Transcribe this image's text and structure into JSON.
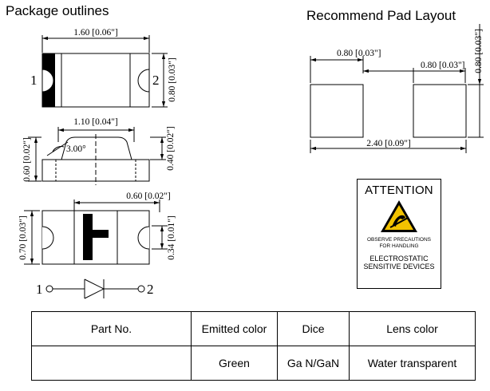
{
  "titles": {
    "package": "Package outlines",
    "pad": "Recommend Pad Layout"
  },
  "top_view": {
    "width_dim": "1.60 [0.06\"]",
    "height_dim": "0.80 [0.03\"]",
    "pin1": "1",
    "pin2": "2"
  },
  "side_view": {
    "lens_dim": "1.10 [0.04\"]",
    "angle": "3.00°",
    "total_height": "0.60 [0.02\"]",
    "lens_height": "0.40 [0.02\"]"
  },
  "bottom_view": {
    "pad_dim": "0.60 [0.02\"]",
    "width_dim": "0.70 [0.03\"]",
    "mark_dim": "0.34 [0.01\"]"
  },
  "schematic": {
    "pin1": "1",
    "pin2": "2"
  },
  "pad_layout": {
    "pad_width": "0.80 [0.03\"]",
    "pad_gap": "0.80 [0.03\"]",
    "pad_height": "0.80 [0.03\"]",
    "total": "2.40 [0.09\"]"
  },
  "attention": {
    "heading": "ATTENTION",
    "line1": "OBSERVE PRECAUTIONS",
    "line2": "FOR HANDLING",
    "line3": "ELECTROSTATIC",
    "line4": "SENSITIVE DEVICES"
  },
  "table": {
    "headers": [
      "Part No.",
      "Emitted color",
      "Dice",
      "Lens color"
    ],
    "row": [
      "",
      "Green",
      "Ga N/GaN",
      "Water transparent"
    ]
  }
}
